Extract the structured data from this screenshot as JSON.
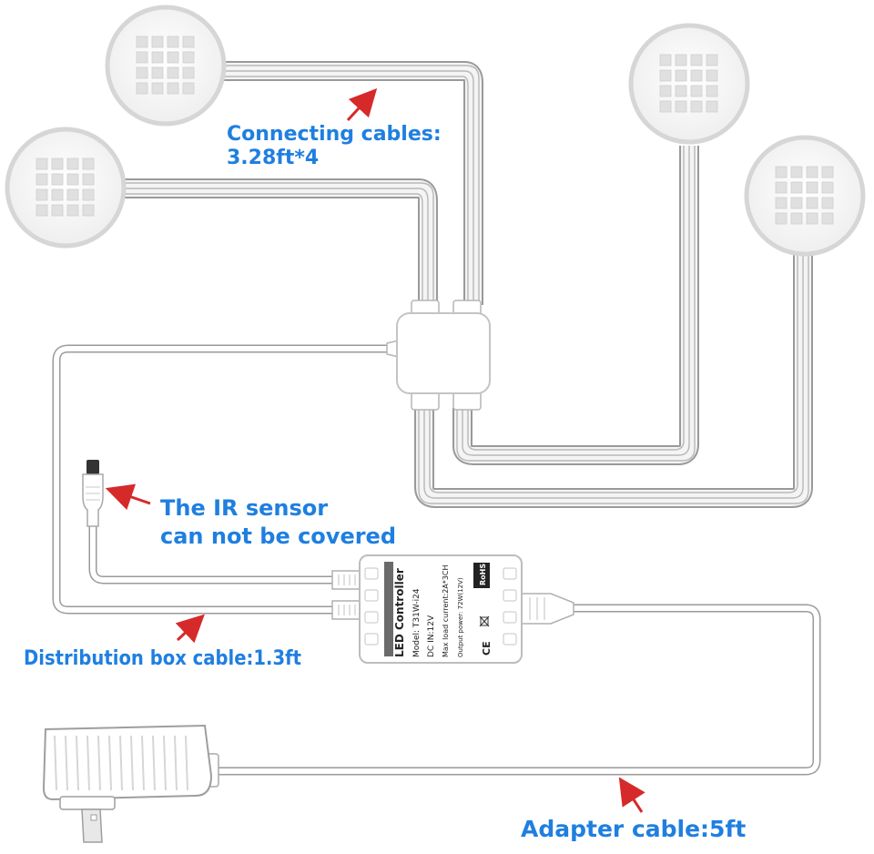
{
  "labels": {
    "connecting_cables_line1": "Connecting cables:",
    "connecting_cables_line2": "3.28ft*4",
    "ir_sensor_line1": "The IR sensor",
    "ir_sensor_line2": "can not be covered",
    "distribution_box_cable": "Distribution box cable:1.3ft",
    "adapter_cable": "Adapter cable:5ft"
  },
  "controller": {
    "title": "LED Controller",
    "model": "Model: T31W-i24",
    "dc_in": "DC IN:12V",
    "max_load": "Max load current:2A*3CH",
    "output_power": "Output power: 72W(12V)",
    "rohs": "RoHS",
    "ce": "CE"
  },
  "colors": {
    "label_blue": "#1f7fe0",
    "arrow_red": "#d62a2a",
    "cable": "#d9d9d9",
    "cable_outline": "#9a9a9a"
  },
  "icons": [
    "puck-light",
    "led-grid",
    "distribution-box",
    "led-controller",
    "ir-sensor",
    "power-adapter",
    "pointer-arrow"
  ]
}
